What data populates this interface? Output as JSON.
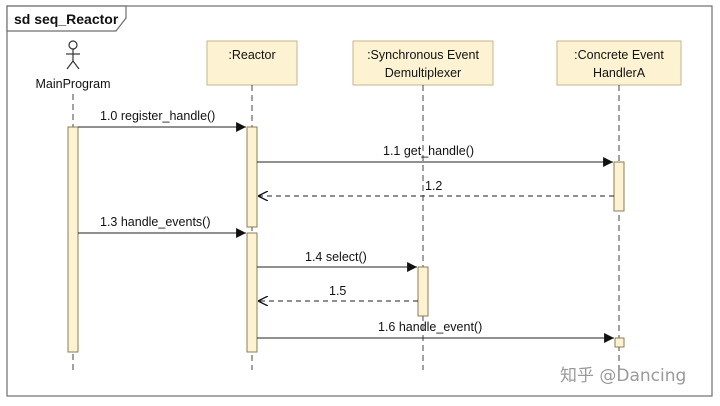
{
  "diagram": {
    "frame_label": "sd seq_Reactor",
    "actor": {
      "label": "MainProgram"
    },
    "participants": [
      {
        "id": "reactor",
        "lines": [
          ":Reactor"
        ]
      },
      {
        "id": "demux",
        "lines": [
          ":Synchronous Event",
          "Demultiplexer"
        ]
      },
      {
        "id": "handler",
        "lines": [
          ":Concrete Event",
          "HandlerA"
        ]
      }
    ],
    "messages": [
      {
        "id": "m10",
        "label": "1.0 register_handle()",
        "from": "main",
        "to": "reactor",
        "kind": "call"
      },
      {
        "id": "m11",
        "label": "1.1 get_handle()",
        "from": "reactor",
        "to": "handler",
        "kind": "call"
      },
      {
        "id": "m12",
        "label": "1.2",
        "from": "handler",
        "to": "reactor",
        "kind": "return"
      },
      {
        "id": "m13",
        "label": "1.3 handle_events()",
        "from": "main",
        "to": "reactor",
        "kind": "call"
      },
      {
        "id": "m14",
        "label": "1.4 select()",
        "from": "reactor",
        "to": "demux",
        "kind": "call"
      },
      {
        "id": "m15",
        "label": "1.5",
        "from": "demux",
        "to": "reactor",
        "kind": "return"
      },
      {
        "id": "m16",
        "label": "1.6 handle_event()",
        "from": "reactor",
        "to": "handler",
        "kind": "call"
      }
    ]
  },
  "watermark": "知乎 @Dancing",
  "colors": {
    "participant_fill": "#fdf3d2",
    "border": "#6e6e6e"
  }
}
